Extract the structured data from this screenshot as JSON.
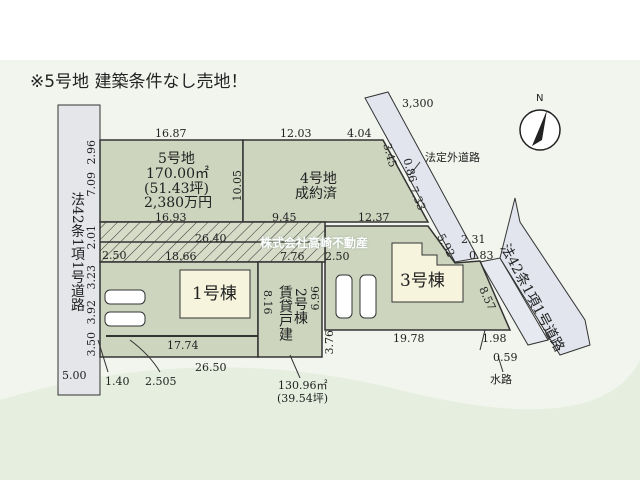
{
  "title": "※5号地 建築条件なし売地！",
  "watermark": "株式会社高崎不動産",
  "lots": {
    "lot5": {
      "name": "5号地",
      "area": "170.00㎡",
      "tsubo": "(51.43坪)",
      "price": "2,380万円"
    },
    "lot4": {
      "name": "4号地",
      "status": "成約済"
    },
    "house1": {
      "name": "1号棟"
    },
    "house2": {
      "name": "2号棟",
      "type": "賃貸戸建",
      "area": "130.96㎡",
      "tsubo": "(39.54坪)"
    },
    "house3": {
      "name": "3号棟"
    }
  },
  "roads": {
    "left": "法42条1項1号道路",
    "right": "法42条1項1号道路",
    "outside": "法定外道路",
    "waterway": "水路"
  },
  "compass": "N",
  "dims": {
    "d1687": "16.87",
    "d1203": "12.03",
    "d404": "4.04",
    "d3300": "3,300",
    "d296": "2.96",
    "d709": "7.09",
    "d201": "2.01",
    "d1005": "10.05",
    "d1693": "16.93",
    "d945": "9.45",
    "d1237": "12.37",
    "d2640": "26.40",
    "d250a": "2.50",
    "d1866": "18.66",
    "d776": "7.76",
    "d250b": "2.50",
    "d323": "3.23",
    "d392": "3.92",
    "d350": "3.50",
    "d816": "8.16",
    "d696": "6.96",
    "d1774": "17.74",
    "d376": "3.76",
    "d2650": "26.50",
    "d500": "5.00",
    "d140": "1.40",
    "d2505": "2.505",
    "d345": "3.45",
    "d086": "0.86",
    "d733": "7.33",
    "d592": "5.92",
    "d231": "2.31",
    "d083": "0.83",
    "d857": "8.57",
    "d1978": "19.78",
    "d198": "1.98",
    "d059": "0.59"
  }
}
